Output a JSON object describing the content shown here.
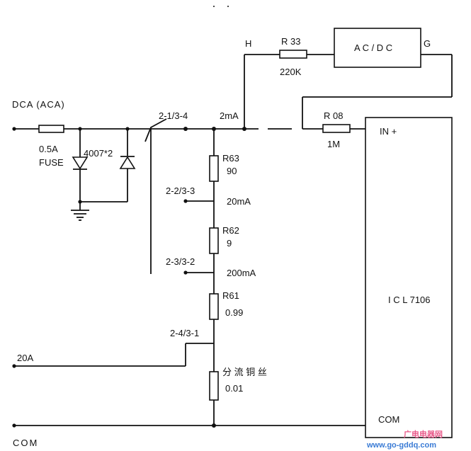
{
  "labels": {
    "input_dca": "DCA (ACA)",
    "input_20a": "20A",
    "com_terminal": "COM",
    "fuse_value": "0.5A",
    "fuse_name": "FUSE",
    "diodes": "4007*2",
    "switch_1": "2-1/3-4",
    "range_2ma": "2mA",
    "switch_2": "2-2/3-3",
    "range_20ma": "20mA",
    "switch_3": "2-3/3-2",
    "range_200ma": "200mA",
    "switch_4": "2-4/3-1",
    "node_h": "H",
    "node_g": "G"
  },
  "components": {
    "r33_name": "R 33",
    "r33_value": "220K",
    "acdc": "A C / D C",
    "r08_name": "R 08",
    "r08_value": "1M",
    "r63_name": "R63",
    "r63_value": "90",
    "r62_name": "R62",
    "r62_value": "9",
    "r61_name": "R61",
    "r61_value": "0.99",
    "shunt_name": "分 流 铜 丝",
    "shunt_value": "0.01",
    "ic_name": "I C L 7106",
    "ic_in_plus": "IN +",
    "ic_com": "COM"
  },
  "watermark": {
    "site_cn": "广电电器网",
    "site_url": "www.go-gddq.com"
  }
}
